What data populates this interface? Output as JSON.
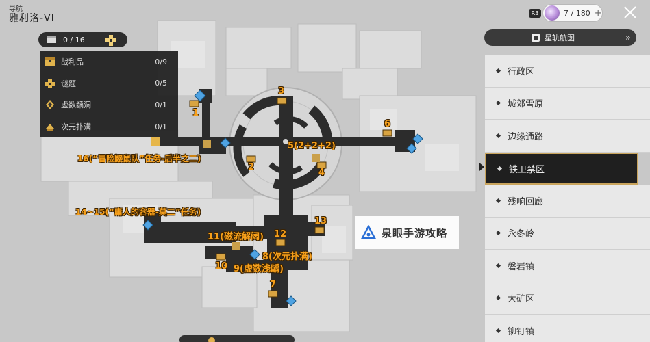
{
  "header": {
    "nav_label": "导航",
    "map_name": "雅利洛-VI"
  },
  "currency": {
    "amount": "7 / 180",
    "plus": "+",
    "badge": "R3"
  },
  "counter": {
    "value": "0 / 16"
  },
  "collectibles": [
    {
      "icon": "treasure-chest-icon",
      "label": "战利品",
      "count": "0/9"
    },
    {
      "icon": "puzzle-icon",
      "label": "谜题",
      "count": "0/5"
    },
    {
      "icon": "rift-icon",
      "label": "虚数龋洞",
      "count": "0/1"
    },
    {
      "icon": "dimension-icon",
      "label": "次元扑满",
      "count": "0/1"
    }
  ],
  "map_labels": {
    "n1": "1",
    "n2": "2",
    "n3": "3",
    "n4": "4",
    "n5": "5(2+2+2)",
    "n6": "6",
    "n7": "7",
    "n8": "8(次元扑满)",
    "n9": "9(虚数浅龋)",
    "n10": "10",
    "n11": "11(磁流解阔)",
    "n12": "12",
    "n13": "13",
    "n14": "14~15(“庸人的容器-莫二”任务)",
    "n16": "16(“冒险鼹鼠队”任务-后半之二)"
  },
  "watermark": {
    "text": "泉眼手游攻略"
  },
  "nav_panel": {
    "header": "星轨航图",
    "regions": [
      "行政区",
      "城郊雪原",
      "边缘通路",
      "铁卫禁区",
      "残响回廊",
      "永冬岭",
      "磐岩镇",
      "大矿区",
      "铆钉镇"
    ],
    "active_index": 3
  },
  "colors": {
    "label_orange": "#f7a01b",
    "active_border": "#c9a45c",
    "panel_dark": "#222222"
  }
}
